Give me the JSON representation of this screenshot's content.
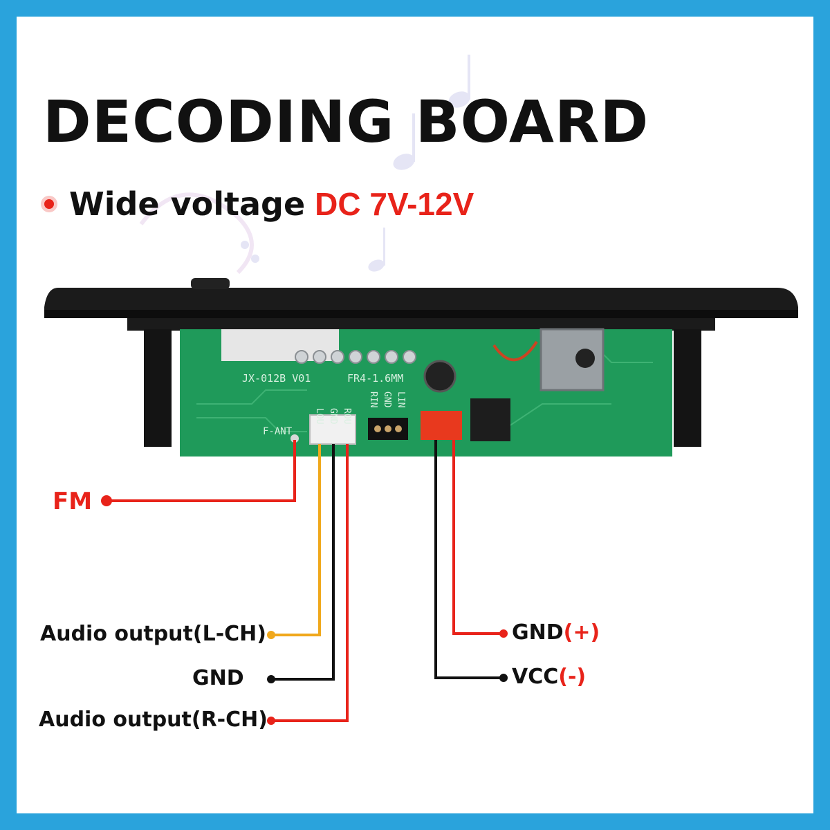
{
  "title": "DECODING BOARD",
  "subtitle": {
    "prefix": "Wide voltage",
    "accent": "DC 7V-12V"
  },
  "board": {
    "silkscreen_model": "JX-012B V01",
    "silkscreen_pcb": "FR4-1.6MM",
    "pin_labels": [
      "F-ANT",
      "LOU",
      "GND",
      "ROU",
      "RIN",
      "GND",
      "LIN"
    ]
  },
  "callouts": {
    "fm": "FM",
    "audio_l": "Audio output(L-CH)",
    "gnd": "GND",
    "audio_r": "Audio output(R-CH)",
    "gnd_plus_text": "GND",
    "gnd_plus_sign": "(+)",
    "vcc_text": "VCC",
    "vcc_sign": "(-)"
  },
  "colors": {
    "border": "#2aa3dc",
    "accent_red": "#e8231a",
    "wire_yellow": "#f0a81c",
    "wire_black": "#111111",
    "pcb_green": "#1f9a5a"
  }
}
